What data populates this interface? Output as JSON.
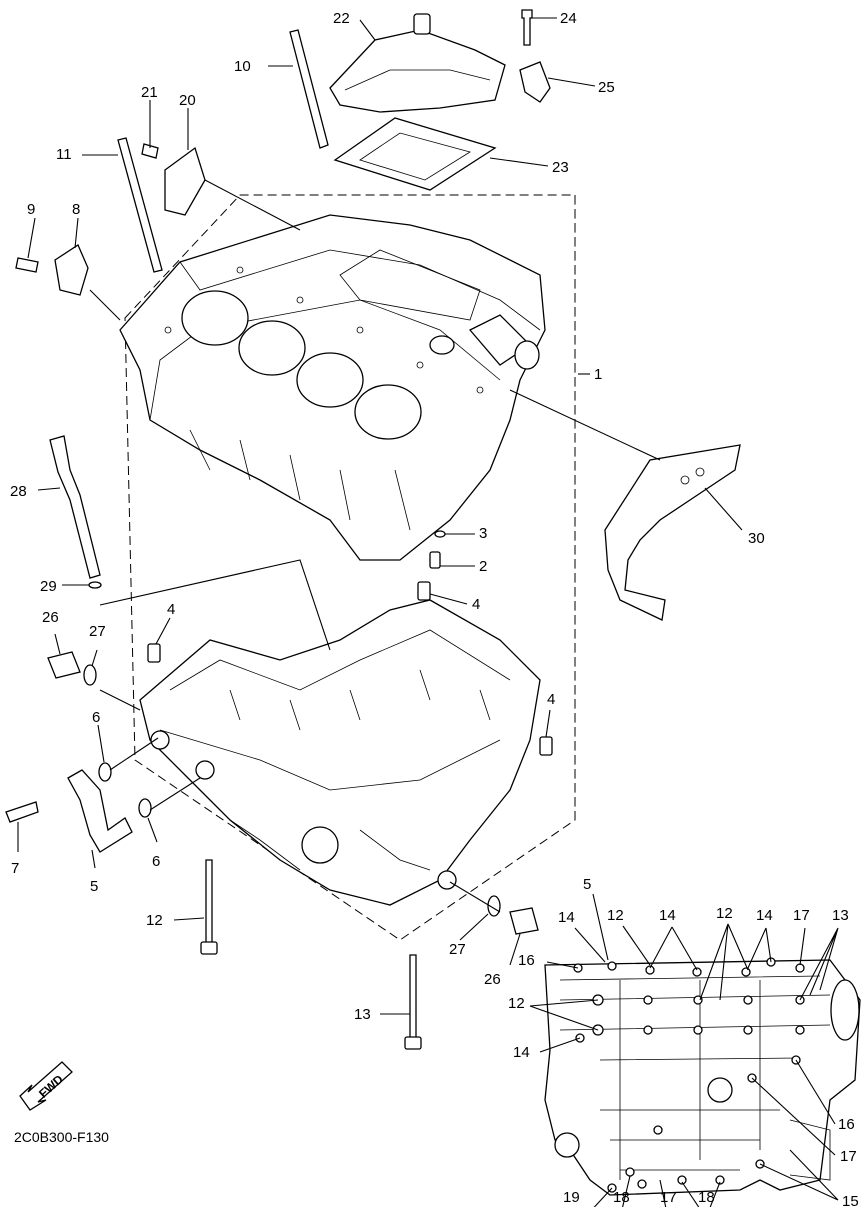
{
  "diagram_code": "2C0B300-F130",
  "fwd_label": "FWD",
  "callouts": {
    "c1": "1",
    "c2": "2",
    "c3": "3",
    "c4a": "4",
    "c4b": "4",
    "c4c": "4",
    "c5": "5",
    "c6a": "6",
    "c6b": "6",
    "c7": "7",
    "c8": "8",
    "c9": "9",
    "c10": "10",
    "c11": "11",
    "c12": "12",
    "c13": "13",
    "c20": "20",
    "c21": "21",
    "c22": "22",
    "c23": "23",
    "c24": "24",
    "c25": "25",
    "c26a": "26",
    "c26b": "26",
    "c27a": "27",
    "c27b": "27",
    "c28": "28",
    "c29": "29",
    "c30": "30"
  },
  "inset_callouts": {
    "i5": "5",
    "i14a": "14",
    "i12a": "12",
    "i14b": "14",
    "i12b": "12",
    "i14c": "14",
    "i17a": "17",
    "i13": "13",
    "i16a": "16",
    "i12c": "12",
    "i14d": "14",
    "i16b": "16",
    "i17b": "17",
    "i15": "15",
    "i19": "19",
    "i18a": "18",
    "i17c": "17",
    "i18b": "18"
  }
}
